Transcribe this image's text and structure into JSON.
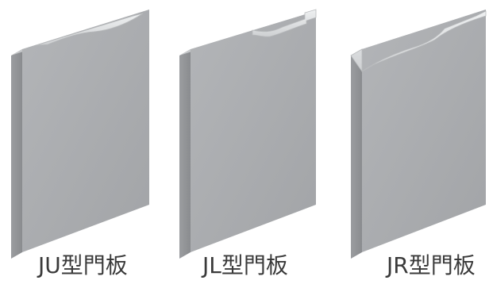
{
  "panels": [
    {
      "key": "ju",
      "label": "JU型門板",
      "grip": "top-center-scoop"
    },
    {
      "key": "jl",
      "label": "JL型門板",
      "grip": "top-right-edge"
    },
    {
      "key": "jr",
      "label": "JR型門板",
      "grip": "top-left-edge"
    }
  ],
  "colors": {
    "background": "#ffffff",
    "panel_front": "#a8aaad",
    "panel_side": "#8e9093",
    "panel_top": "#c9cbcd",
    "grip": "#e2e3e4",
    "caption": "#3a3a3a"
  }
}
